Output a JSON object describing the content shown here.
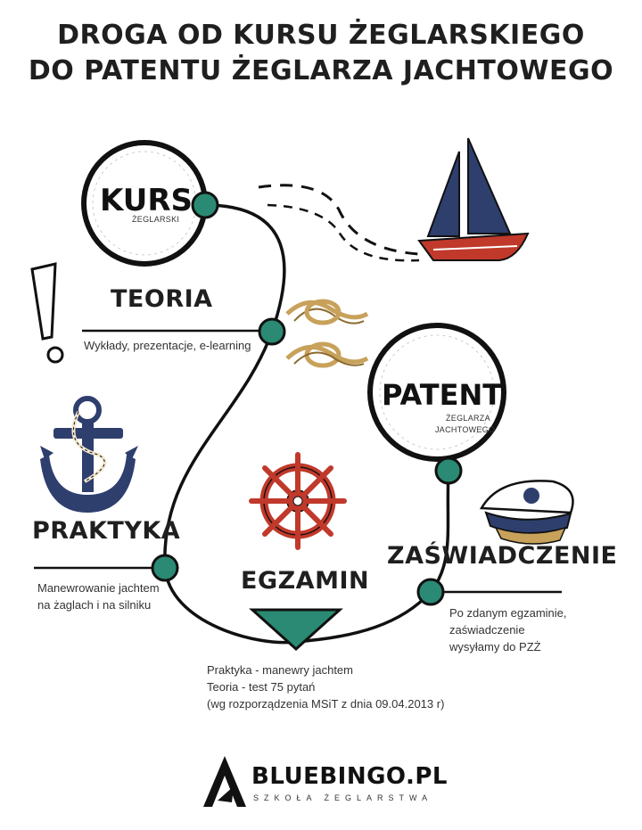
{
  "title": {
    "line1": "DROGA OD KURSU ŻEGLARSKIEGO",
    "line2": "DO PATENTU ŻEGLARZA JACHTOWEGO"
  },
  "kurs": {
    "label": "KURS",
    "sub": "ŻEGLARSKI"
  },
  "patent": {
    "label": "PATENT",
    "sub1": "ŻEGLARZA",
    "sub2": "JACHTOWEGO"
  },
  "steps": {
    "teoria": {
      "label": "TEORIA",
      "desc": "Wykłady, prezentacje, e-learning"
    },
    "praktyka": {
      "label": "PRAKTYKA",
      "desc1": "Manewrowanie jachtem",
      "desc2": "na żaglach i na silniku"
    },
    "egzamin": {
      "label": "EGZAMIN",
      "desc1": "Praktyka - manewry jachtem",
      "desc2": "Teoria - test 75 pytań",
      "desc3": "(wg rozporządzenia MSiT z dnia 09.04.2013 r)"
    },
    "zaswiadczenie": {
      "label": "ZAŚWIADCZENIE",
      "desc1": "Po zdanym egzaminie,",
      "desc2": "zaświadczenie",
      "desc3": "wysyłamy do PZŻ"
    }
  },
  "brand": {
    "name": "BLUEBINGO.PL",
    "tagline": "SZKOŁA ŻEGLARSTWA"
  },
  "colors": {
    "teal": "#2a8a73",
    "navy": "#2e3f6e",
    "red": "#c0392b",
    "rope": "#c8a15a"
  },
  "icons": [
    "exclamation-icon",
    "anchor-icon",
    "knot-icon",
    "ship-wheel-icon",
    "sailboat-icon",
    "captain-hat-icon",
    "logo-icon"
  ]
}
